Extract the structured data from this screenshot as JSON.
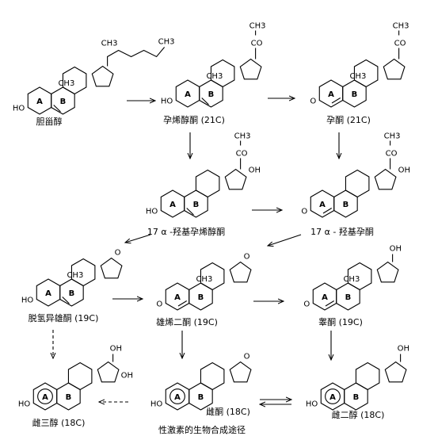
{
  "title": "性激素的生物合成途径",
  "atoms": {
    "ho": "HO",
    "o": "O",
    "oh": "OH",
    "ch3": "CH3",
    "co": "CO",
    "ring_a": "A",
    "ring_b": "B"
  },
  "compounds": [
    {
      "id": "cholesterol",
      "name": "胆甾醇"
    },
    {
      "id": "pregnenolone",
      "name": "孕烯醇酮 (21C)"
    },
    {
      "id": "progesterone",
      "name": "孕酮 (21C)"
    },
    {
      "id": "oh_pregnenolone",
      "name": "17 α -羟基孕烯醇酮"
    },
    {
      "id": "oh_progesterone",
      "name": "17 α - 羟基孕酮"
    },
    {
      "id": "dhea",
      "name": "脱氢异雄酮 (19C)"
    },
    {
      "id": "androstenedione",
      "name": "雄烯二酮 (19C)"
    },
    {
      "id": "testosterone",
      "name": "睾酮 (19C)"
    },
    {
      "id": "estriol",
      "name": "雌三醇 (18C)"
    },
    {
      "id": "estrone",
      "name": "雌酮 (18C)"
    },
    {
      "id": "estradiol",
      "name": "雌二醇 (18C)"
    }
  ],
  "reactions": [
    {
      "from": "cholesterol",
      "to": "pregnenolone",
      "style": "solid"
    },
    {
      "from": "pregnenolone",
      "to": "progesterone",
      "style": "solid"
    },
    {
      "from": "pregnenolone",
      "to": "oh_pregnenolone",
      "style": "solid"
    },
    {
      "from": "progesterone",
      "to": "oh_progesterone",
      "style": "solid"
    },
    {
      "from": "oh_pregnenolone",
      "to": "oh_progesterone",
      "style": "solid"
    },
    {
      "from": "oh_pregnenolone",
      "to": "dhea",
      "style": "solid"
    },
    {
      "from": "oh_progesterone",
      "to": "androstenedione",
      "style": "solid"
    },
    {
      "from": "dhea",
      "to": "androstenedione",
      "style": "solid"
    },
    {
      "from": "androstenedione",
      "to": "testosterone",
      "style": "solid"
    },
    {
      "from": "dhea",
      "to": "estriol",
      "style": "dashed"
    },
    {
      "from": "androstenedione",
      "to": "estrone",
      "style": "solid"
    },
    {
      "from": "testosterone",
      "to": "estradiol",
      "style": "solid"
    },
    {
      "from": "estrone",
      "to": "estriol",
      "style": "dashed"
    },
    {
      "from": "estrone",
      "to": "estradiol",
      "style": "reversible"
    }
  ]
}
